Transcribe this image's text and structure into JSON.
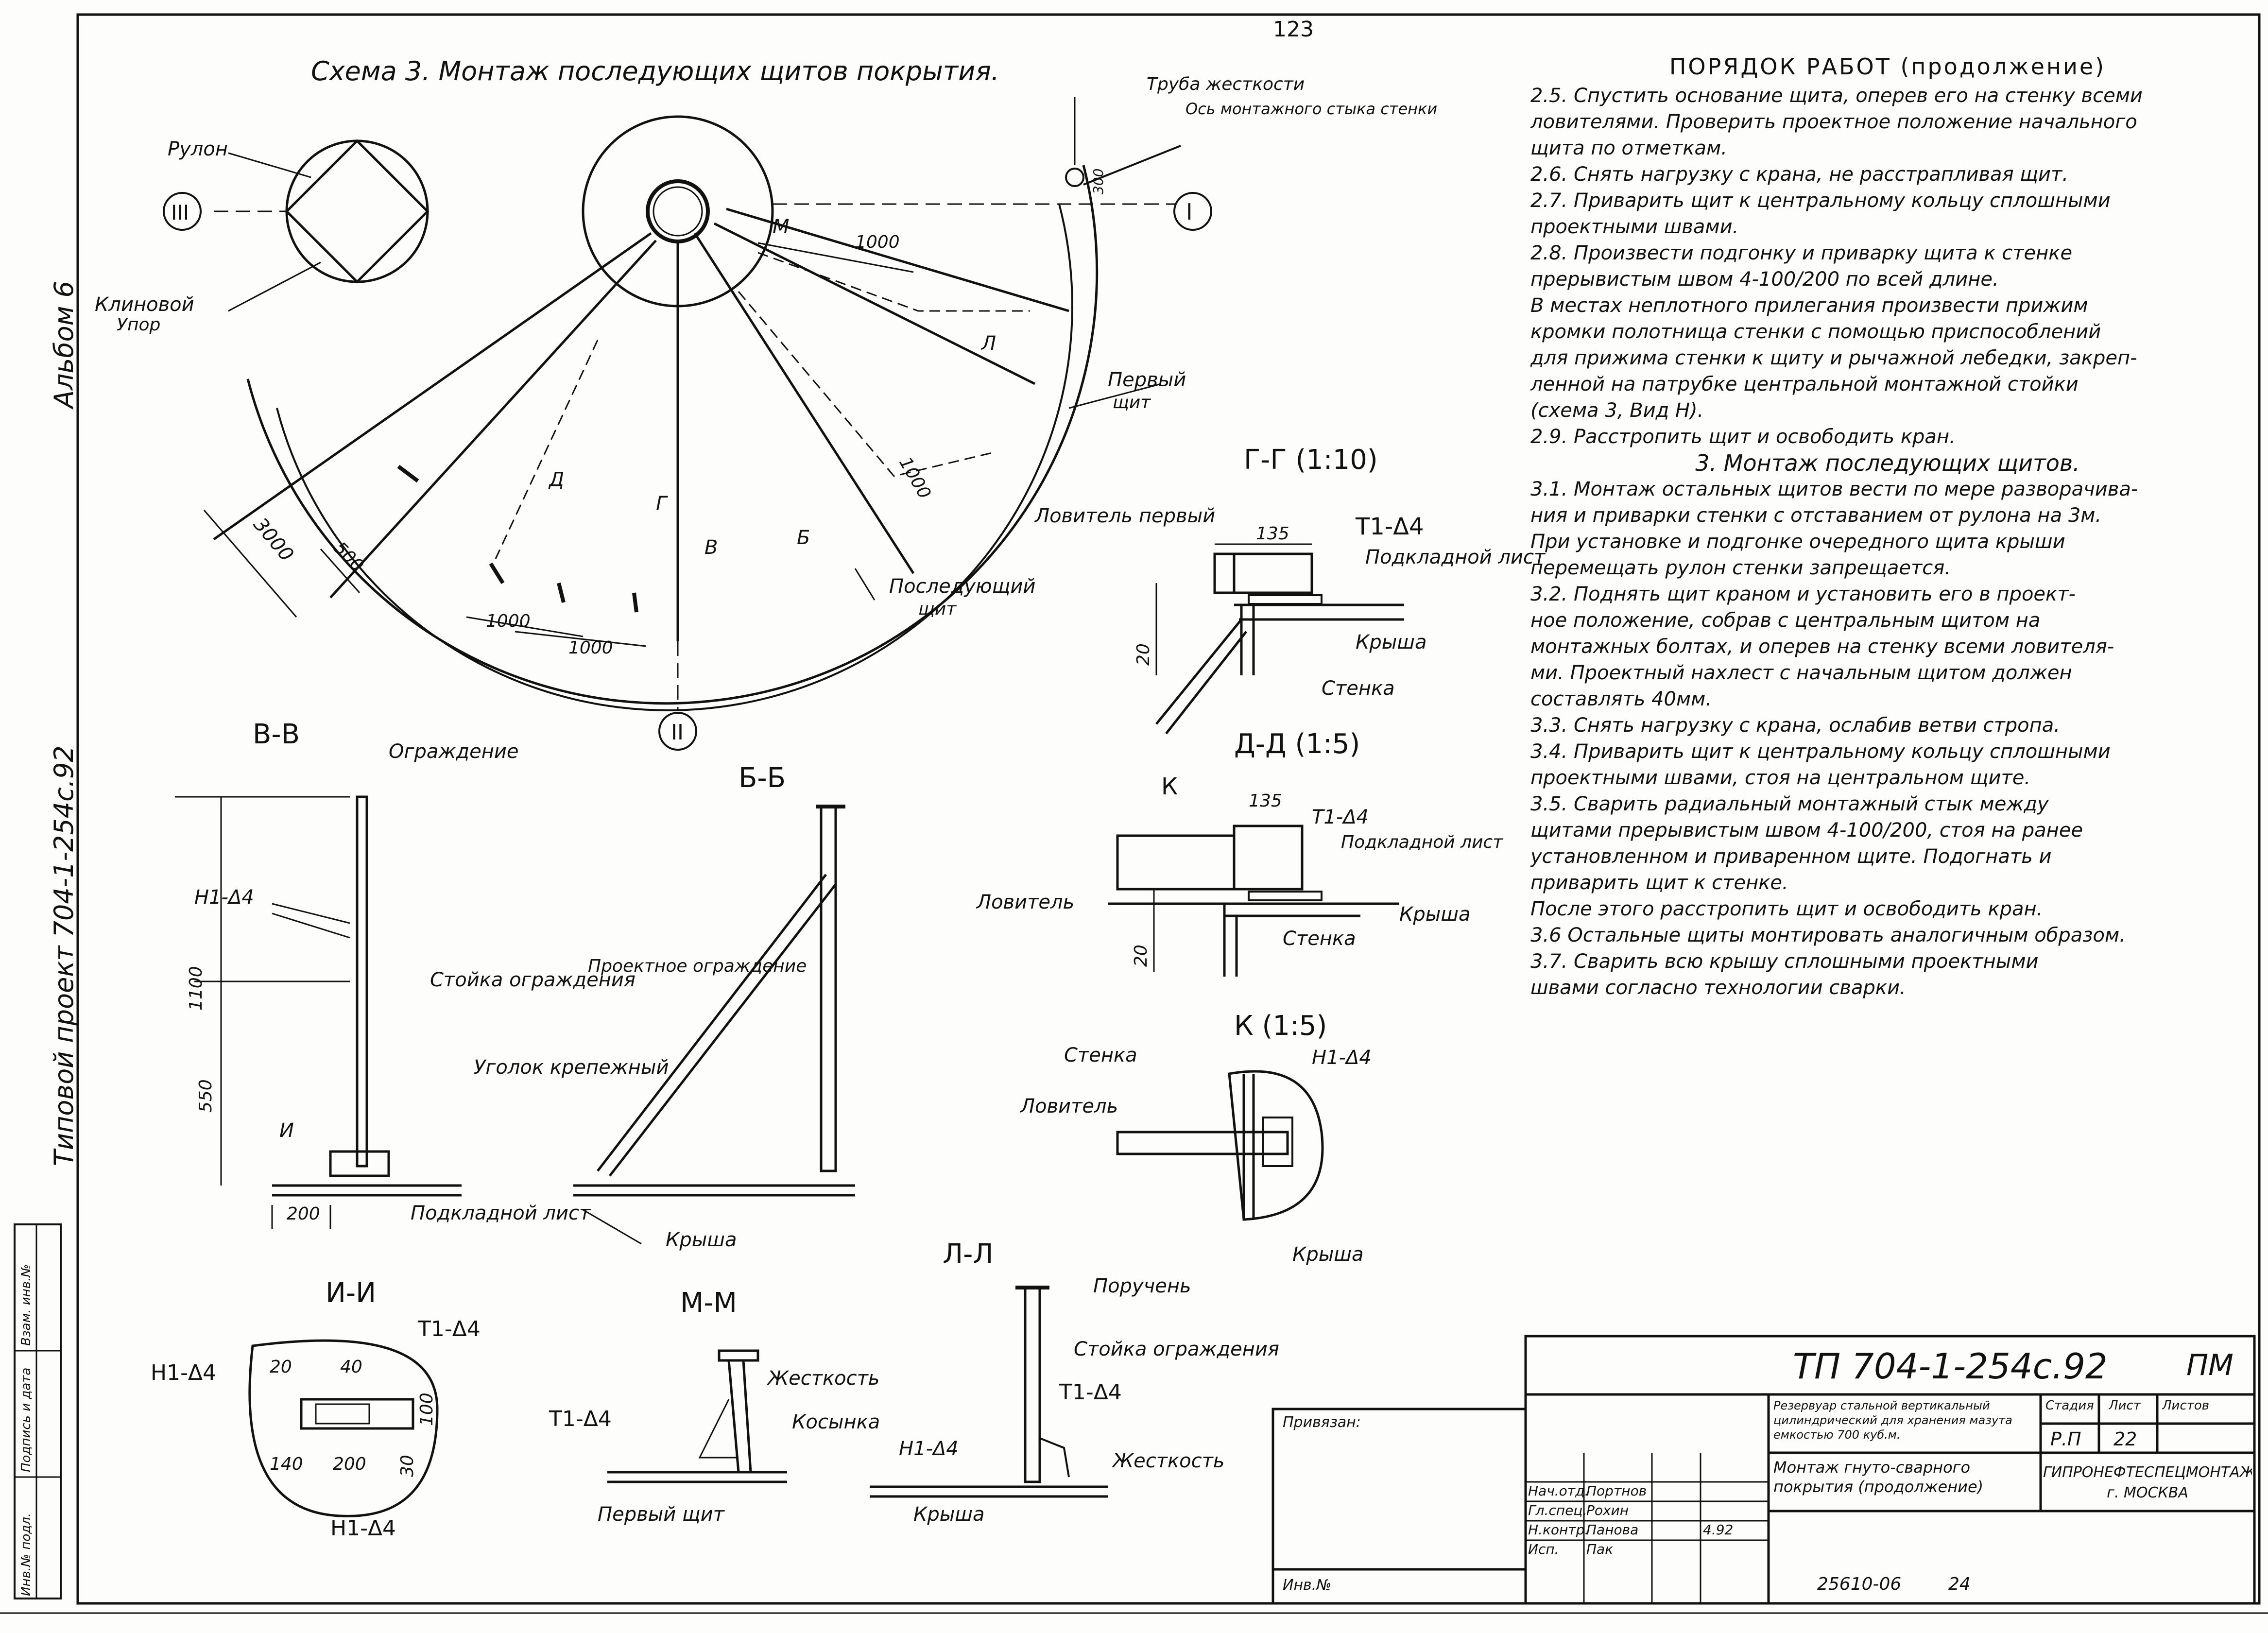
{
  "page_number": "123",
  "sidebar": {
    "album": "Альбом 6",
    "project": "Типовой проект 704-1-254с.92",
    "stamps": [
      "Инв.№ подл.",
      "Подпись и дата",
      "Взам. инв.№"
    ]
  },
  "scheme": {
    "title": "Схема 3. Монтаж последующих щитов покрытия.",
    "labels": {
      "rulon": "Рулон",
      "klinovoy": "Клиновой",
      "upor": "Упор",
      "truba": "Труба жесткости",
      "os": "Ось монтажного стыка стенки",
      "perviy": "Первый",
      "schit": "щит",
      "posled": "Последующий",
      "posled_schit": "щит",
      "roman1": "I",
      "roman2": "II",
      "roman3": "III"
    },
    "dims": {
      "d3000": "3000",
      "d500": "500",
      "d1000a": "1000",
      "d1000b": "1000",
      "d1000c": "1000",
      "d1000d": "1000",
      "d300": "300"
    },
    "cuts": {
      "d": "Д",
      "v": "В",
      "b": "Б",
      "l": "Л",
      "m": "М",
      "g": "Г"
    }
  },
  "sections": {
    "gg": {
      "title": "Г-Г (1:10)",
      "lovitel": "Ловитель первый",
      "d135": "135",
      "weld": "Т1-Δ4",
      "podklad": "Подкладной лист",
      "krysha": "Крыша",
      "stenka": "Стенка",
      "d20": "20"
    },
    "dd": {
      "title": "Д-Д (1:5)",
      "k": "К",
      "d135": "135",
      "weld": "Т1-Δ4",
      "podklad": "Подкладной лист",
      "lovitel": "Ловитель",
      "krysha": "Крыша",
      "stenka": "Стенка",
      "d20": "20"
    },
    "k": {
      "title": "К (1:5)",
      "stenka": "Стенка",
      "weld": "Н1-Δ4",
      "lovitel": "Ловитель",
      "krysha": "Крыша"
    },
    "vv": {
      "title": "В-В",
      "ograzhd": "Ограждение",
      "weld": "Н1-Δ4",
      "stoyka": "Стойка ограждения",
      "ugolok": "Уголок крепежный",
      "podklad": "Подкладной лист",
      "d1100": "1100",
      "d550": "550",
      "d200": "200",
      "i": "И"
    },
    "bb": {
      "title": "Б-Б",
      "proekt": "Проектное ограждение",
      "krysha": "Крыша"
    },
    "ii": {
      "title": "И-И",
      "weld1": "Н1-Δ4",
      "weld2": "Т1-Δ4",
      "weld3": "Н1-Δ4",
      "d20": "20",
      "d40": "40",
      "d100": "100",
      "d140": "140",
      "d200": "200",
      "d30": "30"
    },
    "mm": {
      "title": "М-М",
      "weld": "Т1-Δ4",
      "zhestk": "Жесткость",
      "kosynka": "Косынка",
      "perviy": "Первый щит"
    },
    "ll": {
      "title": "Л-Л",
      "poruchen": "Поручень",
      "stoyka": "Стойка ограждения",
      "weld1": "Т1-Δ4",
      "weld2": "Н1-Δ4",
      "zhestk": "Жесткость",
      "krysha": "Крыша"
    }
  },
  "notes": {
    "heading": "ПОРЯДОК РАБОТ (продолжение)",
    "lines": [
      "2.5. Спустить основание щита, оперев его на стенку всеми",
      "ловителями. Проверить проектное положение начального",
      "щита по отметкам.",
      "2.6. Снять нагрузку с крана, не расстрапливая щит.",
      "2.7. Приварить щит к центральному кольцу сплошными",
      "проектными швами.",
      "2.8. Произвести подгонку и приварку щита к стенке",
      "прерывистым швом 4-100/200 по всей длине.",
      "В местах неплотного прилегания произвести прижим",
      "кромки полотнища стенки с помощью приспособлений",
      "для прижима стенки к щиту и рычажной лебедки, закреп-",
      "ленной на патрубке центральной монтажной стойки",
      "(схема 3, Вид Н).",
      "2.9. Расстропить щит и освободить кран."
    ],
    "subhead": "3. Монтаж последующих щитов.",
    "lines2": [
      "3.1. Монтаж остальных щитов вести по мере разворачива-",
      "ния и приварки стенки с отставанием от рулона на 3м.",
      "При установке и подгонке очередного щита крыши",
      "перемещать рулон стенки запрещается.",
      "3.2. Поднять щит краном и установить его в проект-",
      "ное положение, собрав с центральным щитом на",
      "монтажных болтах, и оперев на стенку всеми ловителя-",
      "ми. Проектный нахлест с начальным щитом должен",
      "составлять 40мм.",
      "3.3. Снять нагрузку с крана, ослабив ветви стропа.",
      "3.4. Приварить щит к центральному кольцу сплошными",
      "проектными швами, стоя на центральном щите.",
      "3.5. Сварить радиальный монтажный стык между",
      "щитами прерывистым швом 4-100/200, стоя на ранее",
      "установленном и приваренном щите. Подогнать и",
      "приварить щит к стенке.",
      "После этого расстропить щит и освободить кран.",
      "3.6 Остальные щиты монтировать аналогичным образом.",
      "3.7. Сварить всю крышу сплошными проектными",
      "швами согласно технологии сварки."
    ]
  },
  "title_block": {
    "code": "ТП 704-1-254с.92",
    "sheet_mark": "ПМ",
    "privyazan": "Привязан:",
    "inv": "Инв.№",
    "roles": [
      "Нач.отд.",
      "Гл.спец.",
      "Н.контр.",
      "Исп."
    ],
    "names": [
      "Портнов",
      "Рохин",
      "Панова",
      "Пак"
    ],
    "signs": [
      "",
      "",
      "",
      ""
    ],
    "dates": [
      "",
      "",
      "4.92",
      ""
    ],
    "description": "Резервуар стальной вертикальный цилиндрический для хранения мазута емкостью 700 куб.м.",
    "drawing_title": "Монтаж гнуто-сварного покрытия (продолжение)",
    "stadiya_label": "Стадия",
    "list_label": "Лист",
    "listov_label": "Листов",
    "stadiya": "Р.П",
    "list": "22",
    "listov": "",
    "org": "ГИПРОНЕФТЕСПЕЦМОНТАЖ г. МОСКВА",
    "bottom_code": "25610-06",
    "bottom_num": "24"
  }
}
